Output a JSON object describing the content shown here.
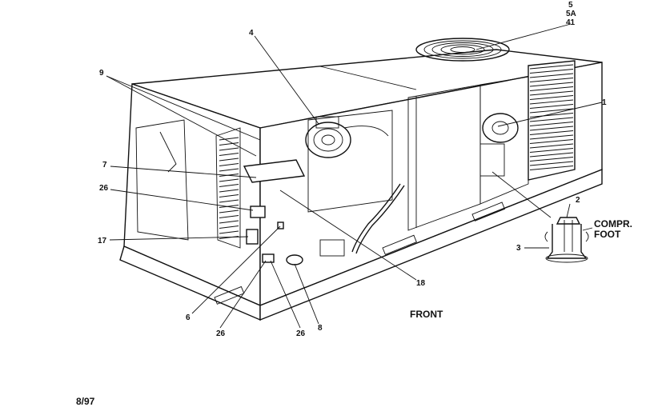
{
  "callouts": {
    "c1": "1",
    "c2": "2",
    "c3": "3",
    "c4": "4",
    "c5": "5",
    "c5a": "5A",
    "c41": "41",
    "c6": "6",
    "c7": "7",
    "c8": "8",
    "c9": "9",
    "c17": "17",
    "c18": "18",
    "c26a": "26",
    "c26b": "26",
    "c26c": "26"
  },
  "labels": {
    "compr_line1": "COMPR.",
    "compr_line2": "FOOT",
    "front": "FRONT",
    "date_code": "8/97"
  }
}
